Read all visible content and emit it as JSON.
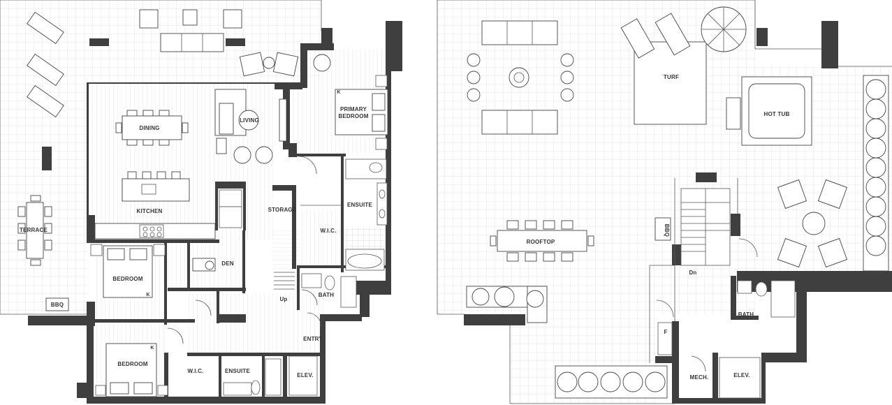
{
  "rooms": {
    "terrace": "TERRACE",
    "dining": "DINING",
    "living": "LIVING",
    "kitchen": "KITCHEN",
    "primary_bedroom_line1": "PRIMARY",
    "primary_bedroom_line2": "BEDROOM",
    "storage": "STORAGE",
    "ensuite_main": "ENSUITE",
    "wic_main": "W.I.C.",
    "den": "DEN",
    "bedroom_1": "BEDROOM",
    "bath_main": "BATH",
    "up": "Up",
    "entry": "ENTRY",
    "bedroom_2": "BEDROOM",
    "wic_lower": "W.I.C.",
    "ensuite_lower": "ENSUITE",
    "elev_main": "ELEV.",
    "bbq_terrace": "BBQ",
    "turf": "TURF",
    "hot_tub": "HOT TUB",
    "rooftop": "ROOFTOP",
    "bbq_roof": "BBQ",
    "dn": "Dn",
    "bath_roof": "BATH",
    "fridge": "F",
    "mech": "MECH.",
    "elev_roof": "ELEV.",
    "k_primary": "K",
    "k_bedroom1": "K",
    "k_bedroom2": "K"
  },
  "colors": {
    "wall": "#3f3f3f",
    "grid": "#d4d4d4",
    "floor_lines": "#cfcfcf",
    "background": "#ffffff"
  }
}
